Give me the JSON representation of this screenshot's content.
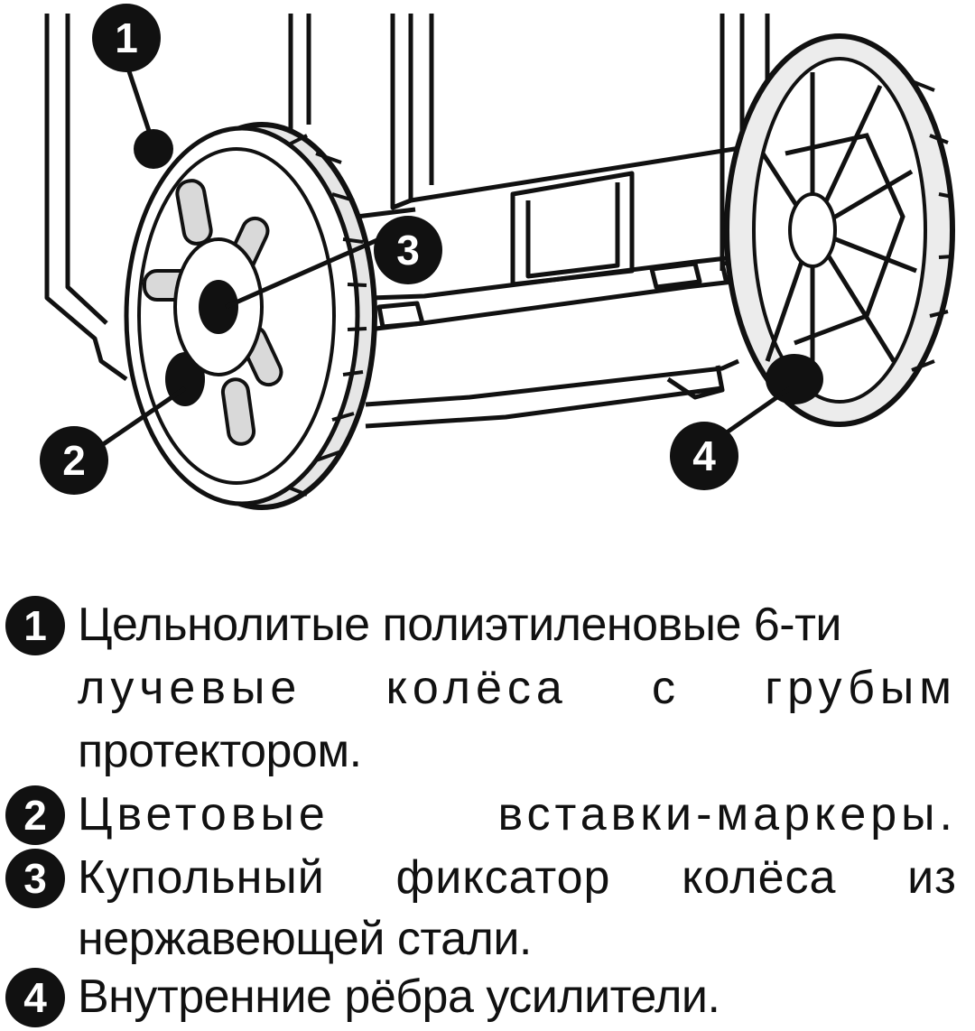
{
  "colors": {
    "ink": "#111111",
    "paper": "#ffffff",
    "wheel_tread": "#e6e6e6",
    "hub_shade": "#d9d9d9"
  },
  "callouts": [
    {
      "number": "1"
    },
    {
      "number": "2"
    },
    {
      "number": "3"
    },
    {
      "number": "4"
    }
  ],
  "legend": [
    {
      "number": "1",
      "lines": [
        "Цельнолитые полиэтиленовые 6-ти",
        "лучевые колёса с грубым",
        "протектором."
      ]
    },
    {
      "number": "2",
      "lines": [
        "Цветовые вставки-маркеры."
      ]
    },
    {
      "number": "3",
      "lines": [
        "Купольный фиксатор колёса из",
        "нержавеющей стали."
      ]
    },
    {
      "number": "4",
      "lines": [
        "Внутренние рёбра усилители."
      ]
    }
  ]
}
